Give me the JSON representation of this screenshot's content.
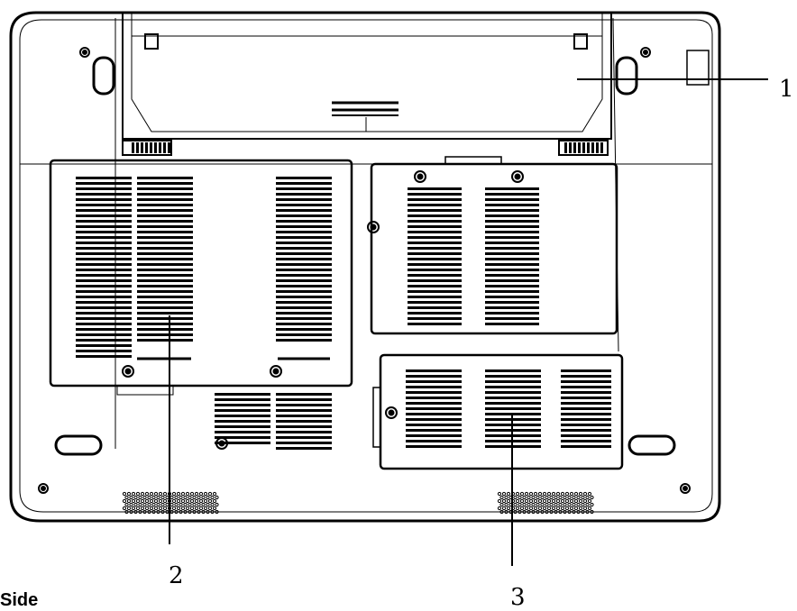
{
  "callouts": {
    "one": "1",
    "two": "2",
    "three": "3"
  },
  "caption": "Side",
  "colors": {
    "line": "#000000",
    "background": "#ffffff"
  }
}
